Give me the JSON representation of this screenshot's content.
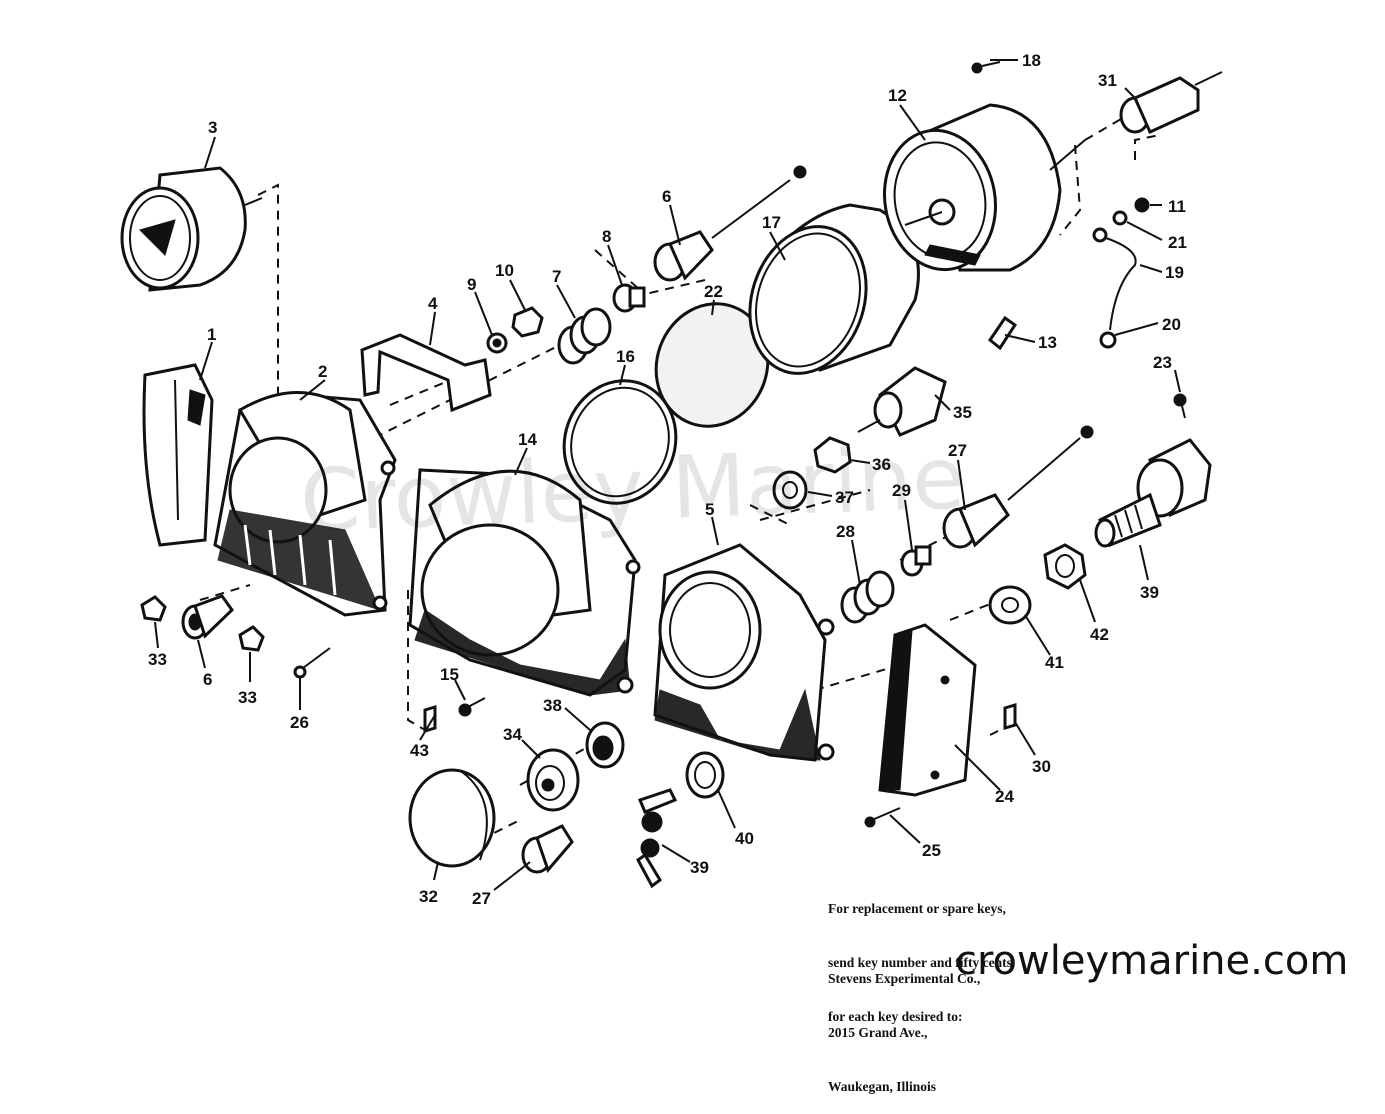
{
  "callouts": [
    {
      "id": "c1",
      "label": "1"
    },
    {
      "id": "c2",
      "label": "2"
    },
    {
      "id": "c3",
      "label": "3"
    },
    {
      "id": "c4",
      "label": "4"
    },
    {
      "id": "c5",
      "label": "5"
    },
    {
      "id": "c6a",
      "label": "6"
    },
    {
      "id": "c6b",
      "label": "6"
    },
    {
      "id": "c7",
      "label": "7"
    },
    {
      "id": "c8",
      "label": "8"
    },
    {
      "id": "c9",
      "label": "9"
    },
    {
      "id": "c10",
      "label": "10"
    },
    {
      "id": "c11",
      "label": "11"
    },
    {
      "id": "c12",
      "label": "12"
    },
    {
      "id": "c13",
      "label": "13"
    },
    {
      "id": "c14",
      "label": "14"
    },
    {
      "id": "c15",
      "label": "15"
    },
    {
      "id": "c16",
      "label": "16"
    },
    {
      "id": "c17",
      "label": "17"
    },
    {
      "id": "c18",
      "label": "18"
    },
    {
      "id": "c19",
      "label": "19"
    },
    {
      "id": "c20",
      "label": "20"
    },
    {
      "id": "c21",
      "label": "21"
    },
    {
      "id": "c22",
      "label": "22"
    },
    {
      "id": "c23",
      "label": "23"
    },
    {
      "id": "c24",
      "label": "24"
    },
    {
      "id": "c25",
      "label": "25"
    },
    {
      "id": "c26",
      "label": "26"
    },
    {
      "id": "c27a",
      "label": "27"
    },
    {
      "id": "c27b",
      "label": "27"
    },
    {
      "id": "c28",
      "label": "28"
    },
    {
      "id": "c29",
      "label": "29"
    },
    {
      "id": "c30",
      "label": "30"
    },
    {
      "id": "c31",
      "label": "31"
    },
    {
      "id": "c32",
      "label": "32"
    },
    {
      "id": "c33a",
      "label": "33"
    },
    {
      "id": "c33b",
      "label": "33"
    },
    {
      "id": "c34",
      "label": "34"
    },
    {
      "id": "c35",
      "label": "35"
    },
    {
      "id": "c36",
      "label": "36"
    },
    {
      "id": "c37",
      "label": "37"
    },
    {
      "id": "c38",
      "label": "38"
    },
    {
      "id": "c39a",
      "label": "39"
    },
    {
      "id": "c39b",
      "label": "39"
    },
    {
      "id": "c40",
      "label": "40"
    },
    {
      "id": "c41",
      "label": "41"
    },
    {
      "id": "c42",
      "label": "42"
    },
    {
      "id": "c43",
      "label": "43"
    }
  ],
  "note": {
    "line1": "For replacement or spare keys,",
    "line2": "send key number and fifty cents",
    "line3": "for each key desired to:",
    "addr1": "Stevens Experimental Co.,",
    "addr2": "2015 Grand Ave.,",
    "addr3": "Waukegan, Illinois"
  },
  "watermark": {
    "site": "crowleymarine.com",
    "ghost": "Crowley Marine"
  }
}
